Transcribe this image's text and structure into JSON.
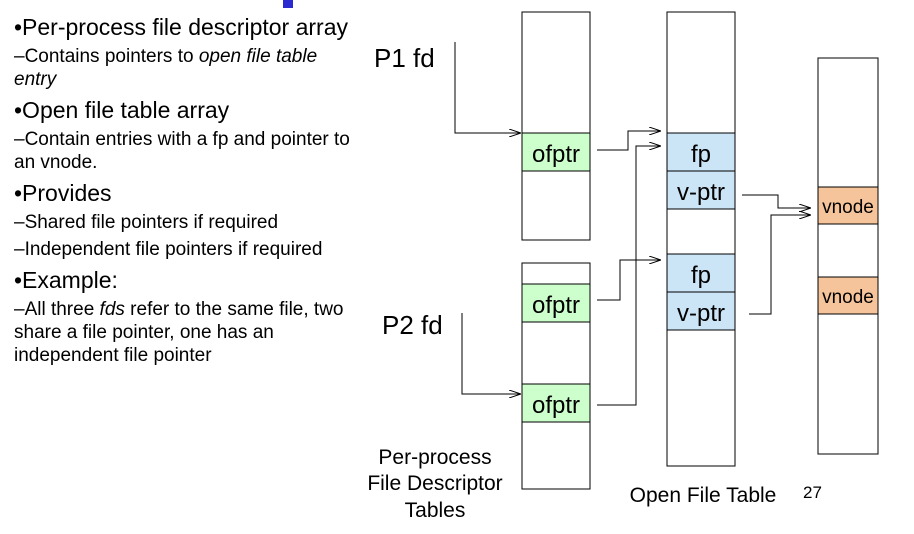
{
  "bullets": {
    "b1": "•Per-process file descriptor array",
    "b1_sub": [
      "–Contains pointers to ",
      "open file table entry"
    ],
    "b2": "•Open file table array",
    "b2_sub": "–Contain entries with a fp and pointer to an vnode.",
    "b3": "•Provides",
    "b3_sub1": "–Shared file pointers if required",
    "b3_sub2": "–Independent file pointers if required",
    "b4": "•Example:",
    "b4_sub": [
      "–All three ",
      "fds",
      " refer to the same file, two share a file pointer, one has an independent file pointer"
    ]
  },
  "diagram": {
    "p1_label": "P1 fd",
    "p2_label": "P2 fd",
    "ofptr": "ofptr",
    "fp": "fp",
    "vptr": "v-ptr",
    "vnode": "vnode",
    "caption_fd": [
      "Per-process",
      "File Descriptor",
      "Tables"
    ],
    "caption_oft": "Open File Table",
    "page_number": "27"
  },
  "colors": {
    "ofptr_fill": "#ccffcc",
    "fp_fill": "#cce5f6",
    "vnode_fill": "#f6c49a",
    "accent": "#2a2ad0"
  }
}
